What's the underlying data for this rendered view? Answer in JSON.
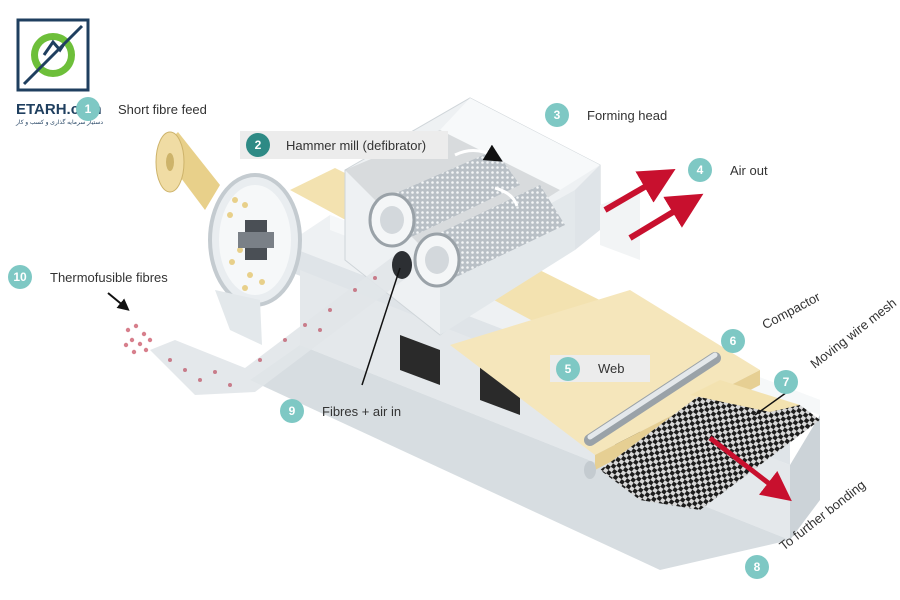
{
  "logo": {
    "brand": "ETARH.com",
    "tagline": "دستیار سرمایه گذاری و کسب و کار",
    "icon": "gear-plant-logo",
    "colors": {
      "frame": "#1f3f5f",
      "accent": "#6dbf3a"
    }
  },
  "colors": {
    "badge": "#7ec8c4",
    "badge_active": "#2e8a85",
    "arrow": "#c8102e",
    "web": "#f3e2b0",
    "machine": "#e9edf0"
  },
  "callouts": [
    {
      "num": "1",
      "label": "Short fibre feed"
    },
    {
      "num": "2",
      "label": "Hammer mill (defibrator)"
    },
    {
      "num": "3",
      "label": "Forming head"
    },
    {
      "num": "4",
      "label": "Air out"
    },
    {
      "num": "5",
      "label": "Web"
    },
    {
      "num": "6",
      "label": "Compactor"
    },
    {
      "num": "7",
      "label": "Moving wire mesh"
    },
    {
      "num": "8",
      "label": "To further bonding"
    },
    {
      "num": "9",
      "label": "Fibres + air in"
    },
    {
      "num": "10",
      "label": "Thermofusible fibres"
    }
  ]
}
